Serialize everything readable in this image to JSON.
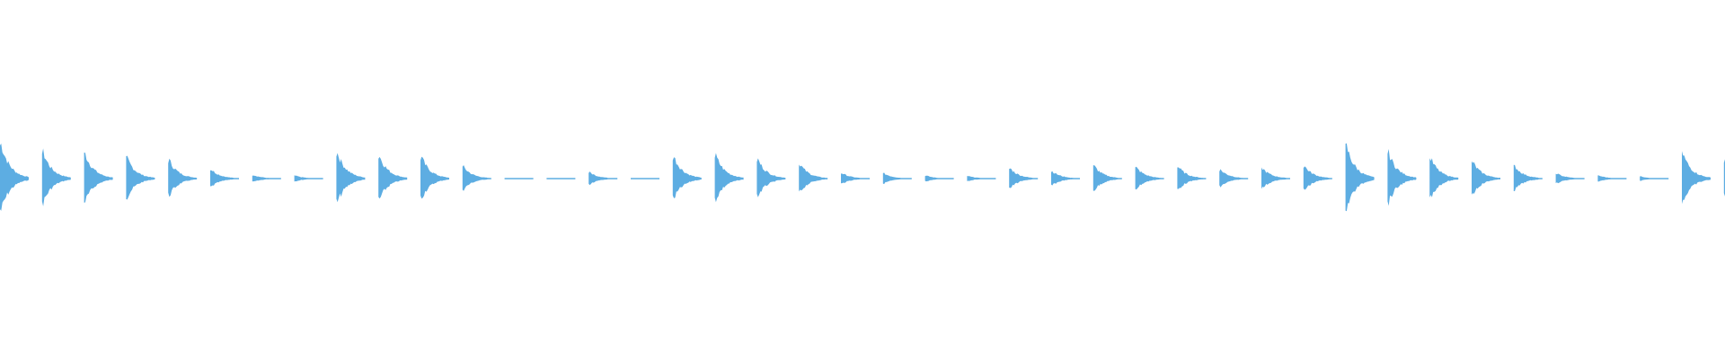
{
  "waveform": {
    "color": "#5dade2",
    "background": "#ffffff",
    "note_amplitudes": [
      0.95,
      0.72,
      0.68,
      0.55,
      0.5,
      0.25,
      0.1,
      0.08,
      0.7,
      0.62,
      0.58,
      0.32,
      0.0,
      0.02,
      0.17,
      0.02,
      0.6,
      0.62,
      0.52,
      0.4,
      0.15,
      0.14,
      0.08,
      0.07,
      0.28,
      0.2,
      0.34,
      0.3,
      0.32,
      0.24,
      0.28,
      0.34,
      0.88,
      0.7,
      0.55,
      0.46,
      0.34,
      0.14,
      0.08,
      0.06,
      0.68,
      0.55
    ]
  }
}
